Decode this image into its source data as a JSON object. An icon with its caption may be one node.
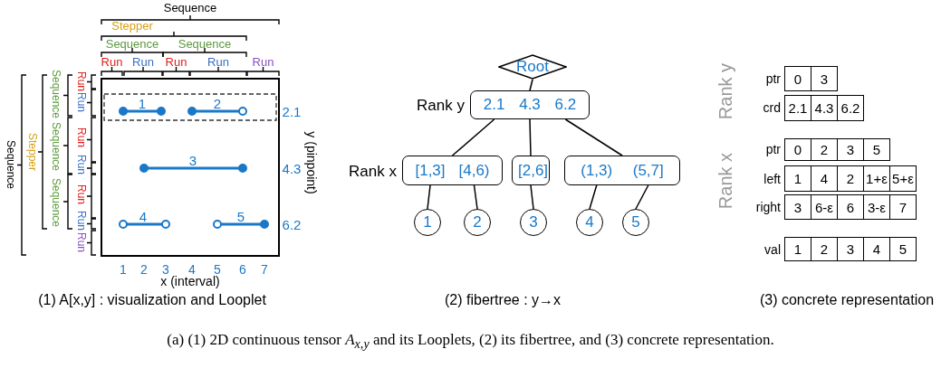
{
  "diagram": {
    "caption": "(a) (1) 2D continuous tensor *A*$_{x,y}$ and its Looplets, (2) its fibertree, and (3) concrete representation.",
    "nodes": [
      {
        "text": [
          "Root"
        ]
      },
      {
        "text": [
          "2.1",
          "4.3",
          "6.2"
        ],
        "beside": [
          "Rank y"
        ]
      },
      {
        "text": [
          "[1,3]",
          "[4,6)"
        ],
        "beside": [
          "Rank x"
        ]
      },
      {
        "text": [
          "[2,6]"
        ]
      },
      {
        "text": [
          "(1,3)",
          "(5,7]"
        ]
      },
      {
        "text": [
          "1"
        ]
      },
      {
        "text": [
          "2"
        ]
      },
      {
        "text": [
          "3"
        ]
      },
      {
        "text": [
          "4"
        ]
      },
      {
        "text": [
          "5"
        ]
      }
    ],
    "edges": [
      {
        "from": 0,
        "to": 1,
        "arrow": "none"
      },
      {
        "from": 1,
        "to": 2,
        "arrow": "none"
      },
      {
        "from": 1,
        "to": 3,
        "arrow": "none"
      },
      {
        "from": 1,
        "to": 4,
        "arrow": "none"
      },
      {
        "from": 2,
        "to": 5,
        "arrow": "none"
      },
      {
        "from": 2,
        "to": 6,
        "arrow": "none"
      },
      {
        "from": 3,
        "to": 7,
        "arrow": "none"
      },
      {
        "from": 4,
        "to": 8,
        "arrow": "none"
      },
      {
        "from": 4,
        "to": 9,
        "arrow": "none"
      }
    ],
    "labels": [
      "Sequence",
      "Stepper",
      "Sequence",
      "Sequence",
      "Run",
      "Run",
      "Run",
      "Run",
      "Run",
      "Sequence",
      "Stepper",
      "Sequence",
      "Sequence",
      "Sequence",
      "Run",
      "Run",
      "Run",
      "Run",
      "Run",
      "Run",
      "Run",
      "1",
      "2",
      "3",
      "4",
      "5",
      "2.1",
      "4.3",
      "6.2",
      "y (pinpoint)",
      "1",
      "2",
      "3",
      "4",
      "5",
      "6",
      "7",
      "x (interval)",
      "(1) A[x,y] : visualization and Looplet",
      "(2) fibertree : y→x",
      "(3) concrete representation",
      "Rank y",
      "ptr",
      "0",
      "3",
      "crd",
      "2.1",
      "4.3",
      "6.2",
      "Rank x",
      "ptr",
      "0",
      "2",
      "3",
      "5",
      "left",
      "1",
      "4",
      "2",
      "1+ε",
      "5+ε",
      "right",
      "3",
      "6-ε",
      "6",
      "3-ε",
      "7",
      "val",
      "1",
      "2",
      "3",
      "4",
      "5"
    ]
  }
}
